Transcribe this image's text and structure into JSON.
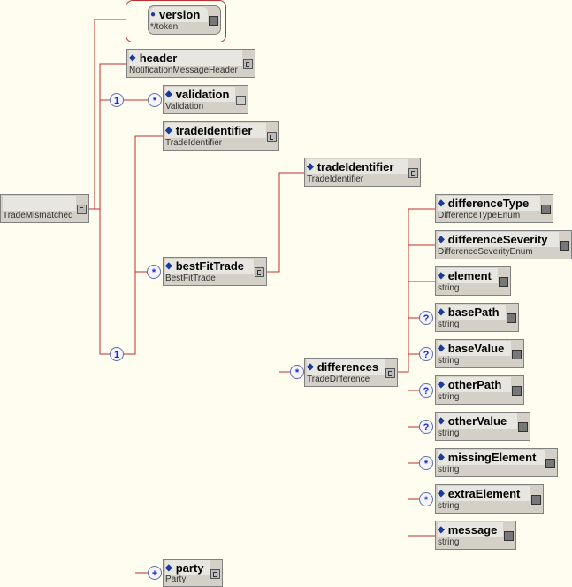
{
  "root": {
    "type": "TradeMismatched"
  },
  "nodes": {
    "version": {
      "name": "version",
      "type": "*/token"
    },
    "header": {
      "name": "header",
      "type": "NotificationMessageHeader"
    },
    "validation": {
      "name": "validation",
      "type": "Validation"
    },
    "tradeIdentifier": {
      "name": "tradeIdentifier",
      "type": "TradeIdentifier"
    },
    "bestFitTrade": {
      "name": "bestFitTrade",
      "type": "BestFitTrade"
    },
    "bft_tradeIdentifier": {
      "name": "tradeIdentifier",
      "type": "TradeIdentifier"
    },
    "differences": {
      "name": "differences",
      "type": "TradeDifference"
    },
    "differenceType": {
      "name": "differenceType",
      "type": "DifferenceTypeEnum"
    },
    "differenceSeverity": {
      "name": "differenceSeverity",
      "type": "DifferenceSeverityEnum"
    },
    "element": {
      "name": "element",
      "type": "string"
    },
    "basePath": {
      "name": "basePath",
      "type": "string"
    },
    "baseValue": {
      "name": "baseValue",
      "type": "string"
    },
    "otherPath": {
      "name": "otherPath",
      "type": "string"
    },
    "otherValue": {
      "name": "otherValue",
      "type": "string"
    },
    "missingElement": {
      "name": "missingElement",
      "type": "string"
    },
    "extraElement": {
      "name": "extraElement",
      "type": "string"
    },
    "message": {
      "name": "message",
      "type": "string"
    },
    "party": {
      "name": "party",
      "type": "Party"
    }
  },
  "markers": {
    "one": "1",
    "many": "*",
    "optional": "?",
    "plus": "+"
  },
  "colors": {
    "line": "#c03030",
    "background": "#fffdf0"
  }
}
